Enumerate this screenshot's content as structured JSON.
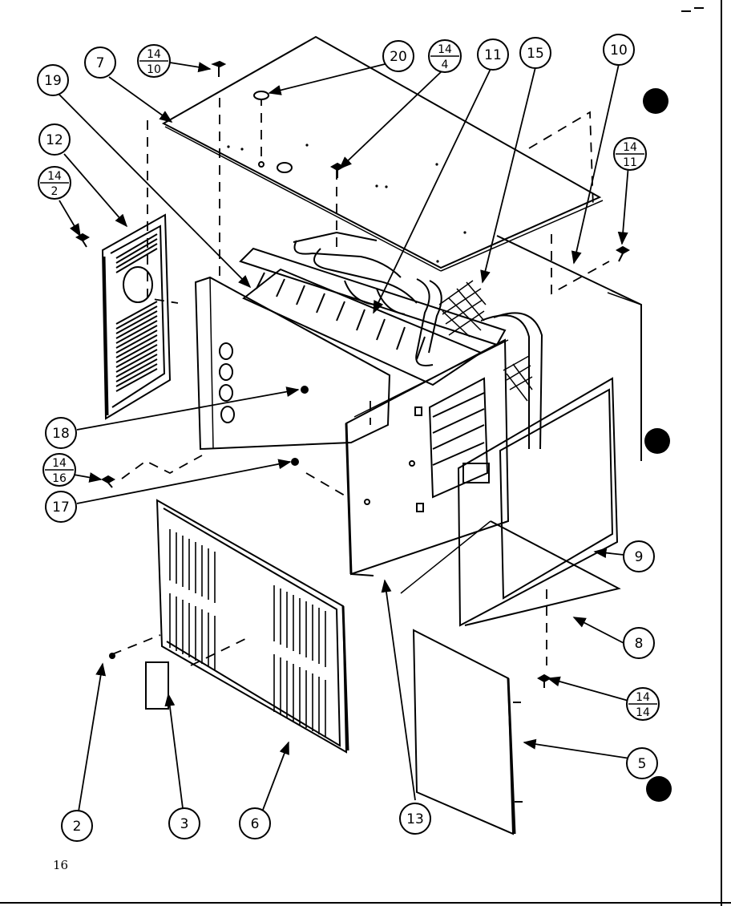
{
  "page_number": "16",
  "callouts": {
    "c2": "2",
    "c3": "3",
    "c5": "5",
    "c6": "6",
    "c7": "7",
    "c8": "8",
    "c9": "9",
    "c10": "10",
    "c11": "11",
    "c12": "12",
    "c13": "13",
    "c15": "15",
    "c17": "17",
    "c18": "18",
    "c19": "19",
    "c20": "20"
  },
  "fraction_callouts": {
    "f1410": {
      "top": "14",
      "bottom": "10"
    },
    "f144": {
      "top": "14",
      "bottom": "4"
    },
    "f1411": {
      "top": "14",
      "bottom": "11"
    },
    "f142": {
      "top": "14",
      "bottom": "2"
    },
    "f1416": {
      "top": "14",
      "bottom": "16"
    },
    "f1414": {
      "top": "14",
      "bottom": "14"
    }
  }
}
